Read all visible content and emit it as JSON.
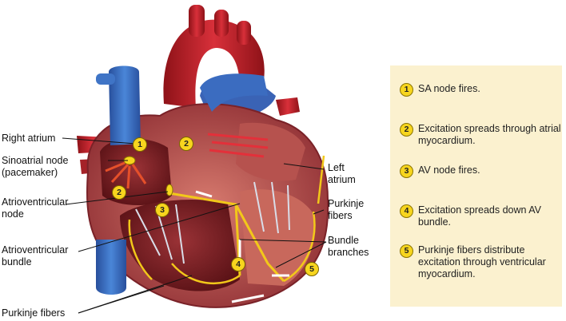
{
  "labels": {
    "right_atrium": "Right atrium",
    "sa_node_1": "Sinoatrial node",
    "sa_node_2": "(pacemaker)",
    "av_node_1": "Atrioventricular",
    "av_node_2": "node",
    "av_bundle_1": "Atrioventricular",
    "av_bundle_2": "bundle",
    "purkinje_bottom": "Purkinje fibers",
    "left_atrium_1": "Left",
    "left_atrium_2": "atrium",
    "purkinje_right_1": "Purkinje",
    "purkinje_right_2": "fibers",
    "bundle_branches_1": "Bundle",
    "bundle_branches_2": "branches"
  },
  "markers": [
    "1",
    "2",
    "2",
    "3",
    "4",
    "5"
  ],
  "steps": [
    {
      "num": "1",
      "text": "SA node fires."
    },
    {
      "num": "2",
      "text": "Excitation spreads through atrial myocardium."
    },
    {
      "num": "3",
      "text": "AV node fires."
    },
    {
      "num": "4",
      "text": "Excitation spreads down AV bundle."
    },
    {
      "num": "5",
      "text": "Purkinje fibers distribute excitation through ventricular myocardium."
    }
  ],
  "colors": {
    "vein_blue": "#3a6fc4",
    "artery_red": "#c8202a",
    "myocardium": "#b8444a",
    "conduction_yellow": "#f2c81a",
    "panel_bg": "#fbf1cf"
  }
}
